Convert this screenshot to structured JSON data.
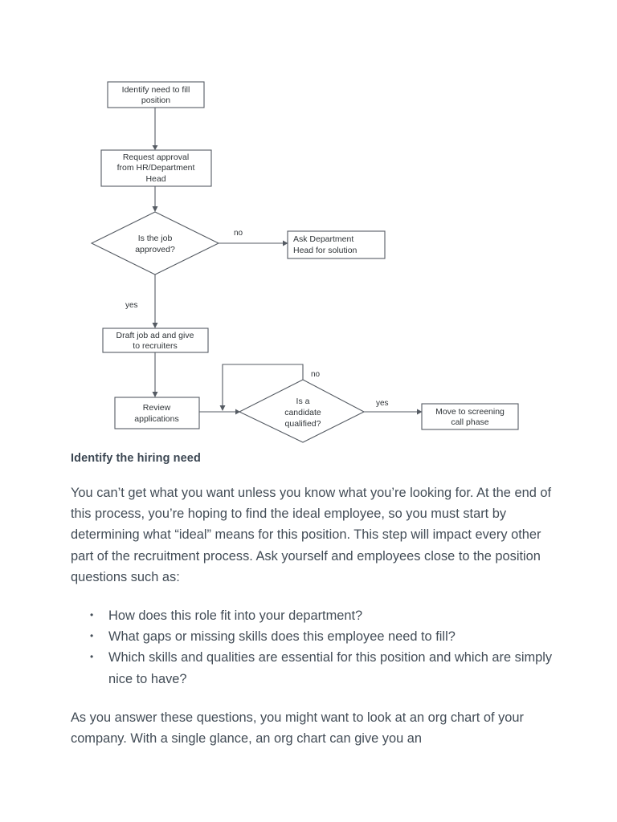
{
  "document": {
    "heading": "Identify the hiring need",
    "paragraph_1": "You can’t get what you want unless you know what you’re looking for. At the end of this process, you’re hoping to find the ideal employee, so you must start by determining what “ideal” means for this position. This step will impact every other part of the recruitment process. Ask yourself and employees close to the position questions such as:",
    "bullets": [
      "How does this role fit into your department?",
      "What gaps or missing skills does this employee need to fill?",
      "Which skills and qualities are essential for this position and which are simply nice to have?"
    ],
    "paragraph_2": "As you answer these questions, you might want to look at an org chart of your company. With a single glance, an org chart can give you an"
  },
  "flowchart": {
    "nodes": {
      "identify_need": {
        "line1": "Identify need to fill",
        "line2": "position"
      },
      "request_approval": {
        "line1": "Request approval",
        "line2": "from HR/Department",
        "line3": "Head"
      },
      "job_approved": {
        "line1": "Is the job",
        "line2": "approved?"
      },
      "ask_department_head": {
        "line1": "Ask Department",
        "line2": "Head for solution"
      },
      "draft_job_ad": {
        "line1": "Draft job ad and give",
        "line2": "to recruiters"
      },
      "review_applications": {
        "line1": "Review",
        "line2": "applications"
      },
      "candidate_qualified": {
        "line1": "Is a",
        "line2": "candidate",
        "line3": "qualified?"
      },
      "move_to_screening": {
        "line1": "Move to screening",
        "line2": "call phase"
      }
    },
    "edge_labels": {
      "approved_no": "no",
      "approved_yes": "yes",
      "qualified_no": "no",
      "qualified_yes": "yes"
    },
    "colors": {
      "stroke": "#555b63",
      "fill": "#ffffff",
      "text": "#2f3438"
    }
  }
}
